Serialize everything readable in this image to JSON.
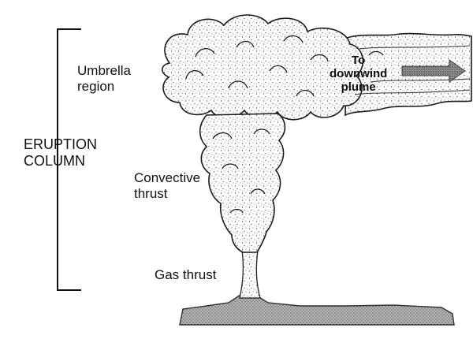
{
  "labels": {
    "umbrella": [
      "Umbrella",
      "region"
    ],
    "convective": [
      "Convective",
      "thrust"
    ],
    "gas": "Gas thrust",
    "column": [
      "ERUPTION",
      "COLUMN"
    ],
    "plume": [
      "To",
      "downwind",
      "plume"
    ]
  },
  "colors": {
    "ink": "#111111",
    "ground": "#9a9a9a",
    "arrow": "#7a7a7a"
  }
}
